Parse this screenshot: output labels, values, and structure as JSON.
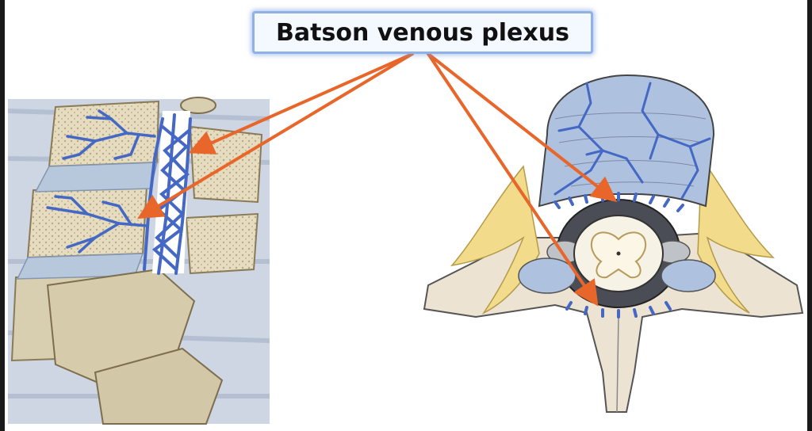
{
  "title": "Batson venous plexus",
  "colors": {
    "arrow": "#e8662a",
    "vein": "#4468c4",
    "bone": "#e3d8b8",
    "vertebra_body": "#aec2e0",
    "ligament": "#f2dc8c",
    "spinal_cord_bg": "#4a4d56",
    "spinal_cord_white": "#f5eedc",
    "title_border": "#8fb1e6"
  },
  "figures": [
    {
      "name": "lateral-spine-section",
      "icon": "spine-lateral-illustration"
    },
    {
      "name": "axial-vertebra-section",
      "icon": "vertebra-axial-illustration"
    }
  ]
}
